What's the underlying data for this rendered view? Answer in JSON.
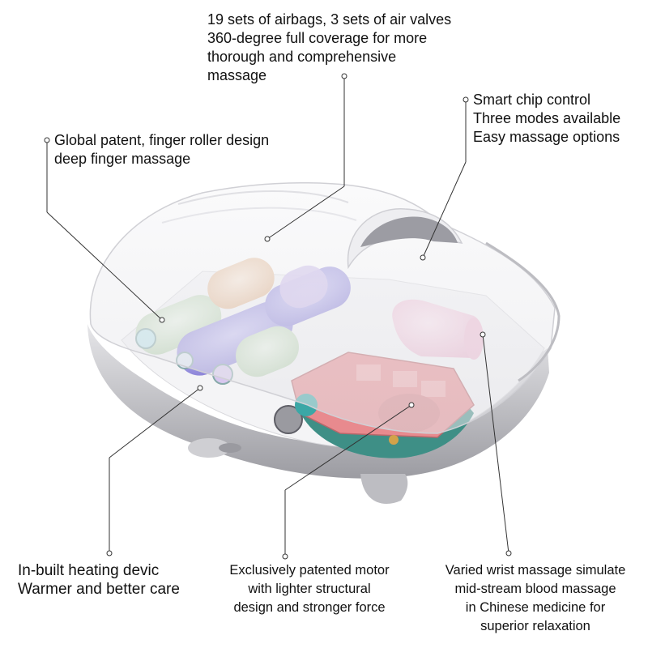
{
  "callouts": {
    "airbags": {
      "lines": [
        "19 sets of airbags, 3 sets of air valves",
        "360-degree full coverage for more",
        "thorough and comprehensive",
        "massage"
      ]
    },
    "chip": {
      "lines": [
        "Smart chip control",
        "Three modes available",
        "Easy massage options"
      ]
    },
    "roller": {
      "lines": [
        "Global patent, finger roller design",
        "deep finger massage"
      ]
    },
    "heating": {
      "lines": [
        "In-built heating devic",
        "Warmer and better care"
      ]
    },
    "motor": {
      "lines": [
        "Exclusively patented motor",
        "with lighter structural",
        "design and stronger force"
      ]
    },
    "wrist": {
      "lines": [
        "Varied wrist massage simulate",
        "mid-stream blood massage",
        "in Chinese medicine for",
        "superior relaxation"
      ]
    }
  },
  "colors": {
    "shell": "#f2f2f4",
    "base": "#d9d9dd",
    "motor": "#e88a8e",
    "motor_base": "#3e8f86",
    "roller_purple": "#a9a3e8",
    "roller_green": "#d4e8cf",
    "roller_peach": "#f0d2b6",
    "roller_lilac": "#c9b7ea",
    "wrist_pink": "#f6cfe0",
    "leader": "#333333"
  }
}
